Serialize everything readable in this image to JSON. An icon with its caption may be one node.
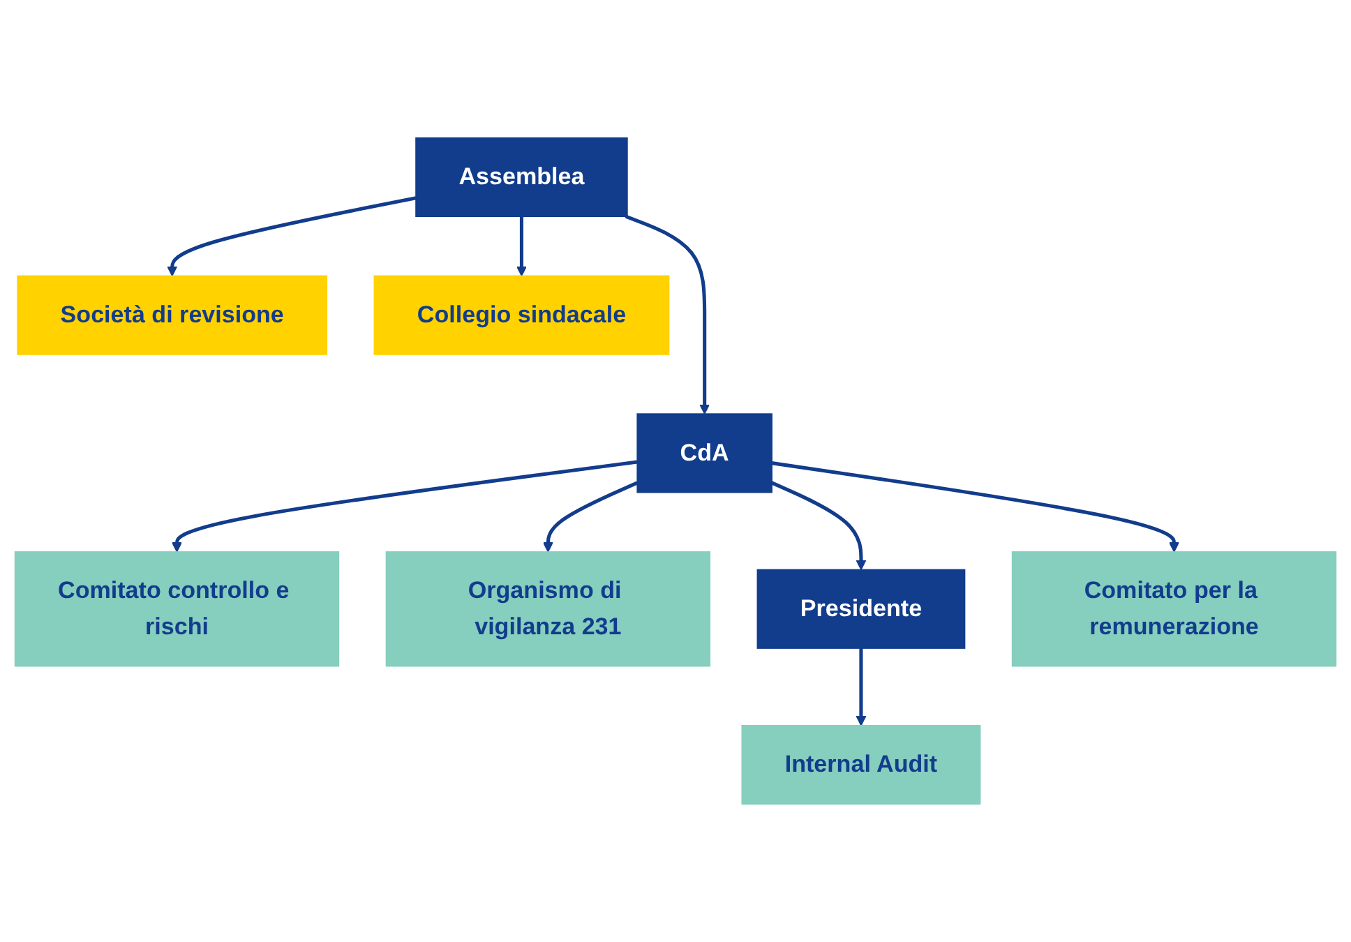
{
  "diagram": {
    "nodes": [
      {
        "text": [
          "Società di revisione"
        ]
      },
      {
        "text": [
          "Assemblea"
        ]
      },
      {
        "text": [
          "Collegio sindacale"
        ]
      },
      {
        "text": [
          "Comitato controllo e rischi"
        ]
      },
      {
        "text": [
          "CdA"
        ]
      },
      {
        "text": [
          "Comitato per la remunerazione"
        ]
      },
      {
        "text": [
          "Organismo di vigilanza 231"
        ]
      },
      {
        "text": [
          "Presidente"
        ]
      },
      {
        "text": [
          "Internal Audit"
        ]
      }
    ],
    "edges": [
      {
        "from": 1,
        "to": 0,
        "arrow": "to"
      },
      {
        "from": 1,
        "to": 2,
        "arrow": "to"
      },
      {
        "from": 1,
        "to": 4,
        "arrow": "to"
      },
      {
        "from": 4,
        "to": 3,
        "arrow": "to"
      },
      {
        "from": 4,
        "to": 5,
        "arrow": "to"
      },
      {
        "from": 4,
        "to": 7,
        "arrow": "to"
      },
      {
        "from": 4,
        "to": 6,
        "arrow": "to"
      },
      {
        "from": 7,
        "to": 8,
        "arrow": "to"
      }
    ]
  }
}
